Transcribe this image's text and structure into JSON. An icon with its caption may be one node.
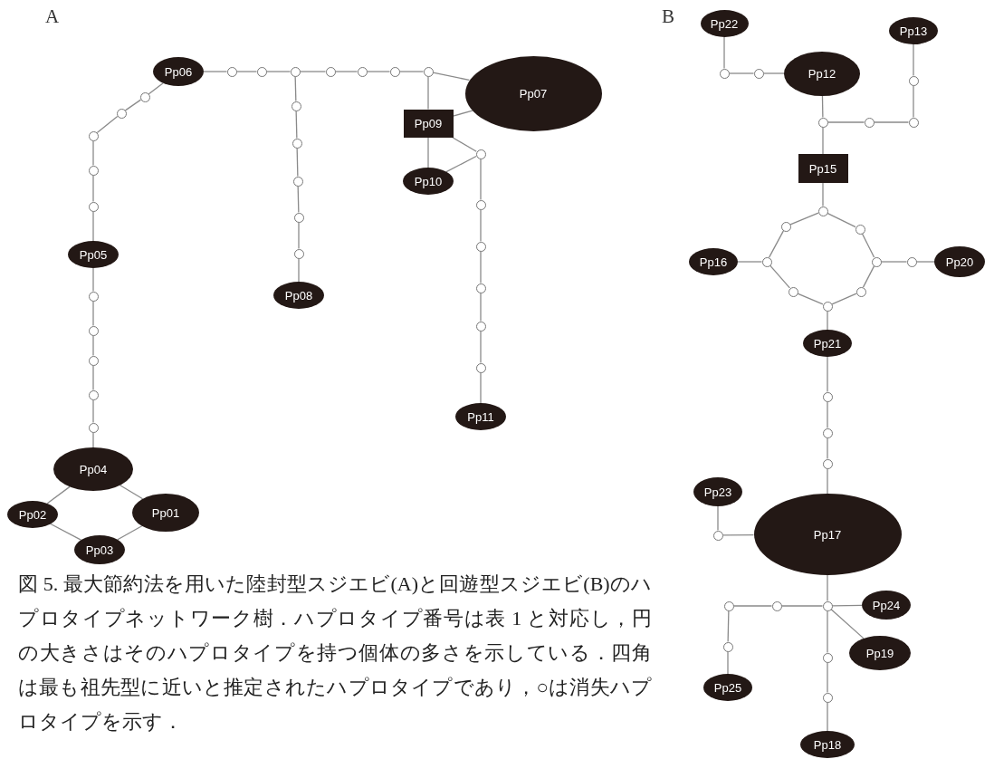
{
  "diagram": {
    "caption": "図 5. 最大節約法を用いた陸封型スジエビ(A)と回遊型スジエビ(B)のハプロタイプネットワーク樹．ハプロタイプ番号は表 1 と対応し，円の大きさはそのハプロタイプを持つ個体の多さを示している．四角は最も祖先型に近いと推定されたハプロタイプであり，○は消失ハプロタイプを示す．",
    "labels": [
      "A",
      "B"
    ],
    "nodes": [
      {
        "text": [
          "Pp06"
        ]
      },
      {
        "text": [],
        "shape": "circle"
      },
      {
        "text": [],
        "shape": "circle"
      },
      {
        "text": [],
        "shape": "circle"
      },
      {
        "text": [],
        "shape": "circle"
      },
      {
        "text": [],
        "shape": "circle"
      },
      {
        "text": [],
        "shape": "circle"
      },
      {
        "text": [],
        "shape": "circle"
      },
      {
        "text": [
          "Pp07"
        ]
      },
      {
        "text": [
          "Pp09"
        ]
      },
      {
        "text": [],
        "shape": "circle"
      },
      {
        "text": [
          "Pp10"
        ]
      },
      {
        "text": [],
        "shape": "circle"
      },
      {
        "text": [],
        "shape": "circle"
      },
      {
        "text": [],
        "shape": "circle"
      },
      {
        "text": [],
        "shape": "circle"
      },
      {
        "text": [],
        "shape": "circle"
      },
      {
        "text": [],
        "shape": "circle"
      },
      {
        "text": [],
        "shape": "circle"
      },
      {
        "text": [],
        "shape": "circle"
      },
      {
        "text": [],
        "shape": "circle"
      },
      {
        "text": [],
        "shape": "circle"
      },
      {
        "text": [
          "Pp08"
        ]
      },
      {
        "text": [],
        "shape": "circle"
      },
      {
        "text": [],
        "shape": "circle"
      },
      {
        "text": [],
        "shape": "circle"
      },
      {
        "text": [],
        "shape": "circle"
      },
      {
        "text": [],
        "shape": "circle"
      },
      {
        "text": [
          "Pp05"
        ]
      },
      {
        "text": [],
        "shape": "circle"
      },
      {
        "text": [],
        "shape": "circle"
      },
      {
        "text": [],
        "shape": "circle"
      },
      {
        "text": [],
        "shape": "circle"
      },
      {
        "text": [],
        "shape": "circle"
      },
      {
        "text": [
          "Pp11"
        ]
      },
      {
        "text": [
          "Pp04"
        ]
      },
      {
        "text": [
          "Pp02"
        ]
      },
      {
        "text": [
          "Pp01"
        ]
      },
      {
        "text": [
          "Pp03"
        ]
      },
      {
        "text": [
          "Pp22"
        ]
      },
      {
        "text": [
          "Pp13"
        ]
      },
      {
        "text": [],
        "shape": "circle"
      },
      {
        "text": [],
        "shape": "circle"
      },
      {
        "text": [
          "Pp12"
        ]
      },
      {
        "text": [],
        "shape": "circle"
      },
      {
        "text": [],
        "shape": "circle"
      },
      {
        "text": [],
        "shape": "circle"
      },
      {
        "text": [],
        "shape": "circle"
      },
      {
        "text": [
          "Pp15"
        ]
      },
      {
        "text": [],
        "shape": "circle"
      },
      {
        "text": [],
        "shape": "circle"
      },
      {
        "text": [],
        "shape": "circle"
      },
      {
        "text": [
          "Pp16"
        ]
      },
      {
        "text": [],
        "shape": "circle"
      },
      {
        "text": [],
        "shape": "circle"
      },
      {
        "text": [],
        "shape": "circle"
      },
      {
        "text": [
          "Pp20"
        ]
      },
      {
        "text": [],
        "shape": "circle"
      },
      {
        "text": [],
        "shape": "circle"
      },
      {
        "text": [],
        "shape": "circle"
      },
      {
        "text": [
          "Pp21"
        ]
      },
      {
        "text": [],
        "shape": "circle"
      },
      {
        "text": [],
        "shape": "circle"
      },
      {
        "text": [],
        "shape": "circle"
      },
      {
        "text": [
          "Pp23"
        ]
      },
      {
        "text": [
          "Pp17"
        ]
      },
      {
        "text": [],
        "shape": "circle"
      },
      {
        "text": [],
        "shape": "circle"
      },
      {
        "text": [],
        "shape": "circle"
      },
      {
        "text": [],
        "shape": "circle"
      },
      {
        "text": [
          "Pp24"
        ]
      },
      {
        "text": [
          "Pp19"
        ]
      },
      {
        "text": [],
        "shape": "circle"
      },
      {
        "text": [],
        "shape": "circle"
      },
      {
        "text": [
          "Pp25"
        ]
      },
      {
        "text": [],
        "shape": "circle"
      },
      {
        "text": [
          "Pp18"
        ]
      }
    ],
    "edges": [
      {
        "from": 0,
        "to": 1,
        "arrow": "none"
      },
      {
        "from": 1,
        "to": 2,
        "arrow": "none"
      },
      {
        "from": 2,
        "to": 3,
        "arrow": "none"
      },
      {
        "from": 3,
        "to": 4,
        "arrow": "none"
      },
      {
        "from": 4,
        "to": 5,
        "arrow": "none"
      },
      {
        "from": 5,
        "to": 6,
        "arrow": "none"
      },
      {
        "from": 6,
        "to": 7,
        "arrow": "none"
      },
      {
        "from": 7,
        "to": 8,
        "arrow": "none"
      },
      {
        "from": 7,
        "to": 9,
        "arrow": "none"
      },
      {
        "from": 9,
        "to": 8,
        "arrow": "none"
      },
      {
        "from": 9,
        "to": 11,
        "arrow": "none"
      },
      {
        "from": 9,
        "to": 10,
        "arrow": "none"
      },
      {
        "from": 11,
        "to": 10,
        "arrow": "none"
      },
      {
        "from": 10,
        "to": 23,
        "arrow": "none"
      },
      {
        "from": 23,
        "to": 24,
        "arrow": "none"
      },
      {
        "from": 24,
        "to": 25,
        "arrow": "none"
      },
      {
        "from": 25,
        "to": 26,
        "arrow": "none"
      },
      {
        "from": 26,
        "to": 27,
        "arrow": "none"
      },
      {
        "from": 27,
        "to": 34,
        "arrow": "none"
      },
      {
        "from": 3,
        "to": 17,
        "arrow": "none"
      },
      {
        "from": 17,
        "to": 18,
        "arrow": "none"
      },
      {
        "from": 18,
        "to": 19,
        "arrow": "none"
      },
      {
        "from": 19,
        "to": 20,
        "arrow": "none"
      },
      {
        "from": 20,
        "to": 21,
        "arrow": "none"
      },
      {
        "from": 21,
        "to": 22,
        "arrow": "none"
      },
      {
        "from": 0,
        "to": 12,
        "arrow": "none"
      },
      {
        "from": 12,
        "to": 13,
        "arrow": "none"
      },
      {
        "from": 13,
        "to": 14,
        "arrow": "none"
      },
      {
        "from": 14,
        "to": 15,
        "arrow": "none"
      },
      {
        "from": 15,
        "to": 16,
        "arrow": "none"
      },
      {
        "from": 16,
        "to": 28,
        "arrow": "none"
      },
      {
        "from": 28,
        "to": 29,
        "arrow": "none"
      },
      {
        "from": 29,
        "to": 30,
        "arrow": "none"
      },
      {
        "from": 30,
        "to": 31,
        "arrow": "none"
      },
      {
        "from": 31,
        "to": 32,
        "arrow": "none"
      },
      {
        "from": 32,
        "to": 33,
        "arrow": "none"
      },
      {
        "from": 33,
        "to": 35,
        "arrow": "none"
      },
      {
        "from": 35,
        "to": 36,
        "arrow": "none"
      },
      {
        "from": 35,
        "to": 37,
        "arrow": "none"
      },
      {
        "from": 36,
        "to": 38,
        "arrow": "none"
      },
      {
        "from": 37,
        "to": 38,
        "arrow": "none"
      },
      {
        "from": 39,
        "to": 41,
        "arrow": "none"
      },
      {
        "from": 41,
        "to": 42,
        "arrow": "none"
      },
      {
        "from": 42,
        "to": 43,
        "arrow": "none"
      },
      {
        "from": 40,
        "to": 44,
        "arrow": "none"
      },
      {
        "from": 44,
        "to": 47,
        "arrow": "none"
      },
      {
        "from": 47,
        "to": 46,
        "arrow": "none"
      },
      {
        "from": 46,
        "to": 45,
        "arrow": "none"
      },
      {
        "from": 43,
        "to": 45,
        "arrow": "none"
      },
      {
        "from": 45,
        "to": 48,
        "arrow": "none"
      },
      {
        "from": 48,
        "to": 49,
        "arrow": "none"
      },
      {
        "from": 49,
        "to": 50,
        "arrow": "none"
      },
      {
        "from": 50,
        "to": 53,
        "arrow": "none"
      },
      {
        "from": 53,
        "to": 57,
        "arrow": "none"
      },
      {
        "from": 57,
        "to": 59,
        "arrow": "none"
      },
      {
        "from": 59,
        "to": 58,
        "arrow": "none"
      },
      {
        "from": 58,
        "to": 54,
        "arrow": "none"
      },
      {
        "from": 54,
        "to": 51,
        "arrow": "none"
      },
      {
        "from": 51,
        "to": 49,
        "arrow": "none"
      },
      {
        "from": 52,
        "to": 53,
        "arrow": "none"
      },
      {
        "from": 54,
        "to": 55,
        "arrow": "none"
      },
      {
        "from": 55,
        "to": 56,
        "arrow": "none"
      },
      {
        "from": 59,
        "to": 60,
        "arrow": "none"
      },
      {
        "from": 60,
        "to": 61,
        "arrow": "none"
      },
      {
        "from": 61,
        "to": 62,
        "arrow": "none"
      },
      {
        "from": 62,
        "to": 63,
        "arrow": "none"
      },
      {
        "from": 63,
        "to": 65,
        "arrow": "none"
      },
      {
        "from": 64,
        "to": 66,
        "arrow": "none"
      },
      {
        "from": 66,
        "to": 65,
        "arrow": "none"
      },
      {
        "from": 65,
        "to": 69,
        "arrow": "none"
      },
      {
        "from": 69,
        "to": 70,
        "arrow": "none"
      },
      {
        "from": 69,
        "to": 71,
        "arrow": "none"
      },
      {
        "from": 69,
        "to": 73,
        "arrow": "none"
      },
      {
        "from": 73,
        "to": 75,
        "arrow": "none"
      },
      {
        "from": 75,
        "to": 76,
        "arrow": "none"
      },
      {
        "from": 69,
        "to": 68,
        "arrow": "none"
      },
      {
        "from": 68,
        "to": 67,
        "arrow": "none"
      },
      {
        "from": 67,
        "to": 72,
        "arrow": "none"
      },
      {
        "from": 72,
        "to": 74,
        "arrow": "none"
      }
    ]
  }
}
